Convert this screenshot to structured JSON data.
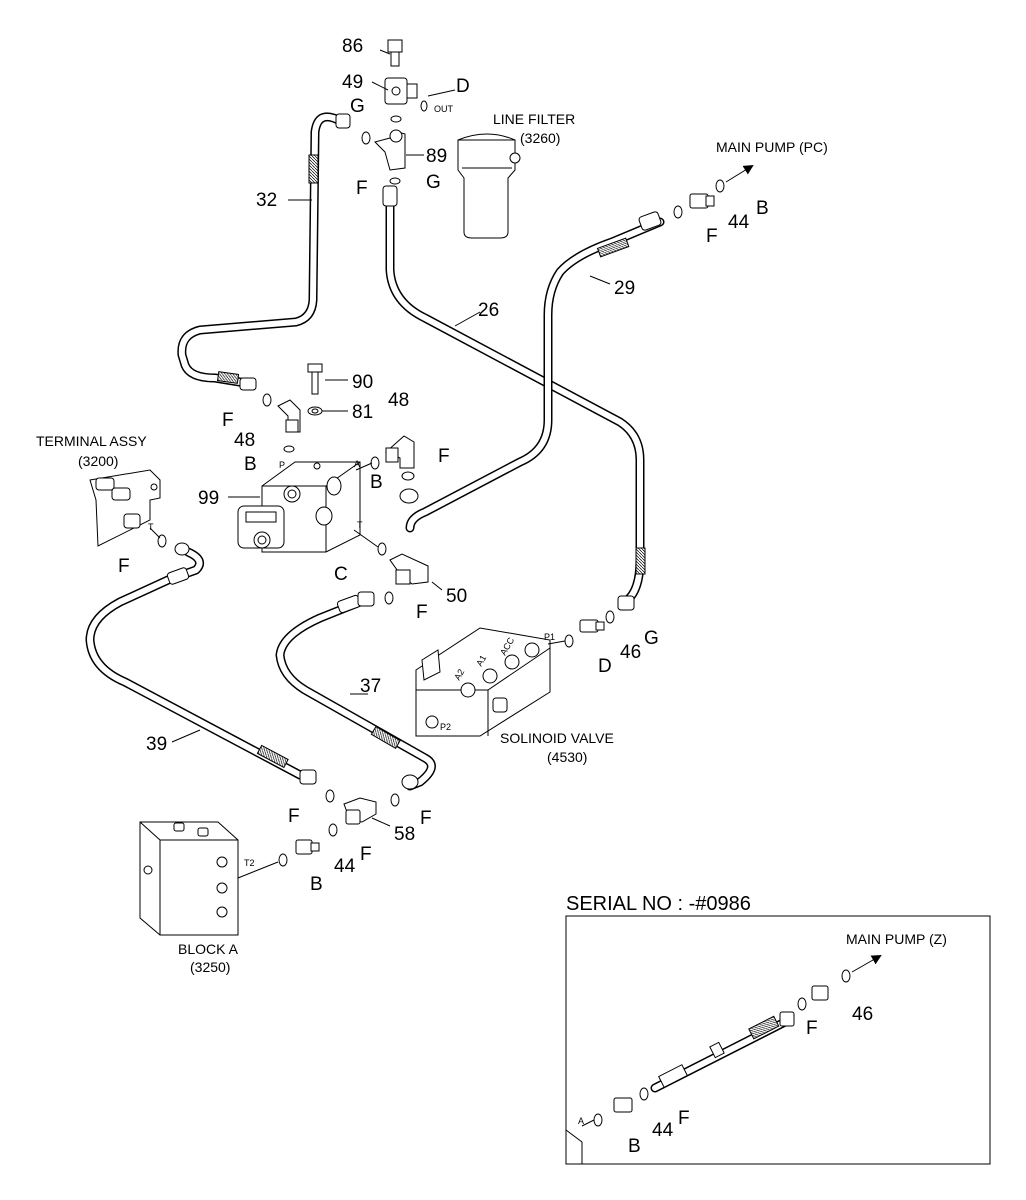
{
  "parts": {
    "p86": "86",
    "p49": "49",
    "p89": "89",
    "p32": "32",
    "p26": "26",
    "p29": "29",
    "p44_top": "44",
    "p90": "90",
    "p81": "81",
    "p48_left": "48",
    "p48_right": "48",
    "p99": "99",
    "p50": "50",
    "p46": "46",
    "p37": "37",
    "p39": "39",
    "p58": "58",
    "p44_bottom": "44",
    "p46_inset": "46",
    "p44_inset": "44"
  },
  "letters": {
    "D_top": "D",
    "G_top": "G",
    "F_top": "F",
    "G_mid": "G",
    "B_pump": "B",
    "F_pump": "F",
    "F_48": "F",
    "B_48": "B",
    "B_valve": "B",
    "F_48r": "F",
    "C_valve": "C",
    "F_50": "F",
    "F_term": "F",
    "D_sol": "D",
    "G_sol": "G",
    "F_39": "F",
    "F_37": "F",
    "F_58": "F",
    "B_block": "B",
    "B_inset": "B",
    "F_inset_top": "F",
    "F_inset_bot": "F"
  },
  "components": {
    "line_filter": "LINE FILTER",
    "line_filter_code": "(3260)",
    "main_pump_pc": "MAIN PUMP (PC)",
    "terminal_assy": "TERMINAL ASSY",
    "terminal_assy_code": "(3200)",
    "solenoid_valve": "SOLINOID VALVE",
    "solenoid_valve_code": "(4530)",
    "block_a": "BLOCK A",
    "block_a_code": "(3250)"
  },
  "ports": {
    "out": "OUT",
    "p": "P",
    "a": "A",
    "t_valve": "T",
    "t_term": "T",
    "p1": "P1",
    "t2": "T2",
    "a_inset": "A",
    "sol_a2": "A2",
    "sol_a1": "A1",
    "sol_acc": "ACC",
    "sol_p2": "P2"
  },
  "inset": {
    "serial": "SERIAL NO : -#0986",
    "main_pump_z": "MAIN PUMP (Z)"
  }
}
